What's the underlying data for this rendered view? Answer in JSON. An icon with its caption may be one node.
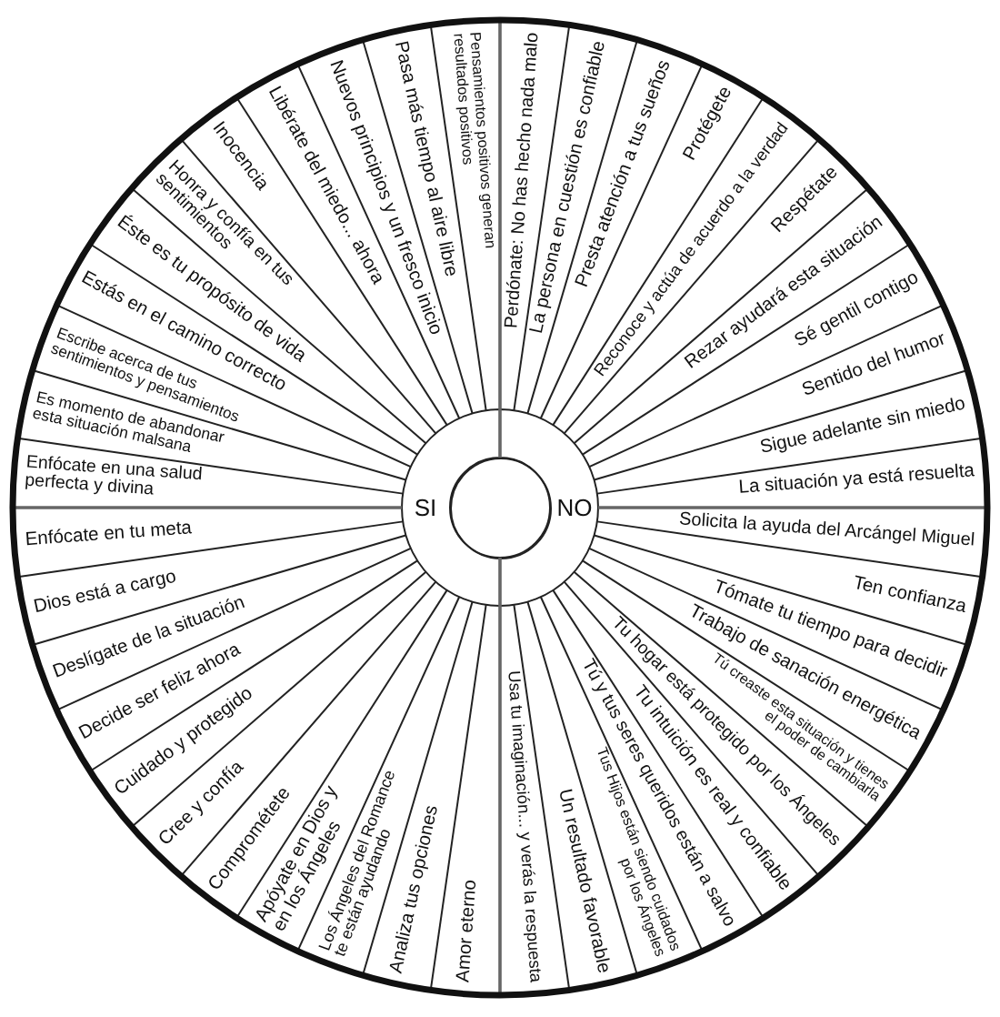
{
  "diagram": {
    "nodes": [
      {
        "text": [
          "SI"
        ]
      },
      {
        "text": [
          "NO"
        ]
      },
      {
        "text": [],
        "shape": "circle"
      },
      {
        "text": [
          "Pensamientos positivos generan resultados positivos"
        ]
      },
      {
        "text": [
          "Pasa más tiempo al aire libre"
        ]
      },
      {
        "text": [
          "Nuevos principios y un fresco inicio"
        ]
      },
      {
        "text": [
          "Libérate del miedo... ahora"
        ]
      },
      {
        "text": [
          "Inocencia"
        ]
      },
      {
        "text": [
          "Honra y confía en tus sentimientos"
        ]
      },
      {
        "text": [
          "Éste es tu propósito de vida"
        ]
      },
      {
        "text": [
          "Estás en el camino correcto"
        ]
      },
      {
        "text": [
          "Escribe acerca de tus sentimientos y pensamientos"
        ]
      },
      {
        "text": [
          "Es momento de abandonar esta situación malsana"
        ]
      },
      {
        "text": [
          "Enfócate en una salud perfecta y divina"
        ]
      },
      {
        "text": [
          "Enfócate en tu meta"
        ]
      },
      {
        "text": [
          "Dios está a cargo"
        ]
      },
      {
        "text": [
          "Deslígate de la situación"
        ]
      },
      {
        "text": [
          "Decide ser feliz ahora"
        ]
      },
      {
        "text": [
          "Cuidado y protegido"
        ]
      },
      {
        "text": [
          "Cree y confía"
        ]
      },
      {
        "text": [
          "Comprométete"
        ]
      },
      {
        "text": [
          "Apóyate en Dios y en los Ángeles"
        ]
      },
      {
        "text": [
          "Los Ángeles del Romance te están ayudando"
        ]
      },
      {
        "text": [
          "Analiza tus opciones"
        ]
      },
      {
        "text": [
          "Amor eterno"
        ]
      },
      {
        "text": [
          "Perdónate: No has hecho nada malo"
        ]
      },
      {
        "text": [
          "La persona en cuestión es confiable"
        ]
      },
      {
        "text": [
          "Presta atención a tus sueños"
        ]
      },
      {
        "text": [
          "Protégete"
        ]
      },
      {
        "text": [
          "Reconoce y actúa de acuerdo a la verdad"
        ]
      },
      {
        "text": [
          "Respétate"
        ]
      },
      {
        "text": [
          "Rezar ayudará esta situación"
        ]
      },
      {
        "text": [
          "Sé gentil contigo"
        ]
      },
      {
        "text": [
          "Sentido del humor"
        ]
      },
      {
        "text": [
          "Sigue adelante sin miedo"
        ]
      },
      {
        "text": [
          "La situación ya está resuelta"
        ]
      },
      {
        "text": [
          "Solicita la ayuda del Arcángel Miguel"
        ]
      },
      {
        "text": [
          "Ten confianza"
        ]
      },
      {
        "text": [
          "Tómate tu tiempo para decidir"
        ]
      },
      {
        "text": [
          "Trabajo de sanación energética"
        ]
      },
      {
        "text": [
          "Tú creaste esta situación y tienes el poder de cambiarla"
        ]
      },
      {
        "text": [
          "Tu hogar está protegido por los Ángeles"
        ]
      },
      {
        "text": [
          "Tu intuición es real y confiable"
        ]
      },
      {
        "text": [
          "Tú y tus seres queridos están a salvo"
        ]
      },
      {
        "text": [
          "Tus Hijos están siendo cuidados por los Ángeles"
        ]
      },
      {
        "text": [
          "Un resultado favorable"
        ]
      },
      {
        "text": [
          "Usa tu imaginación... y verás la respuesta"
        ]
      }
    ]
  }
}
